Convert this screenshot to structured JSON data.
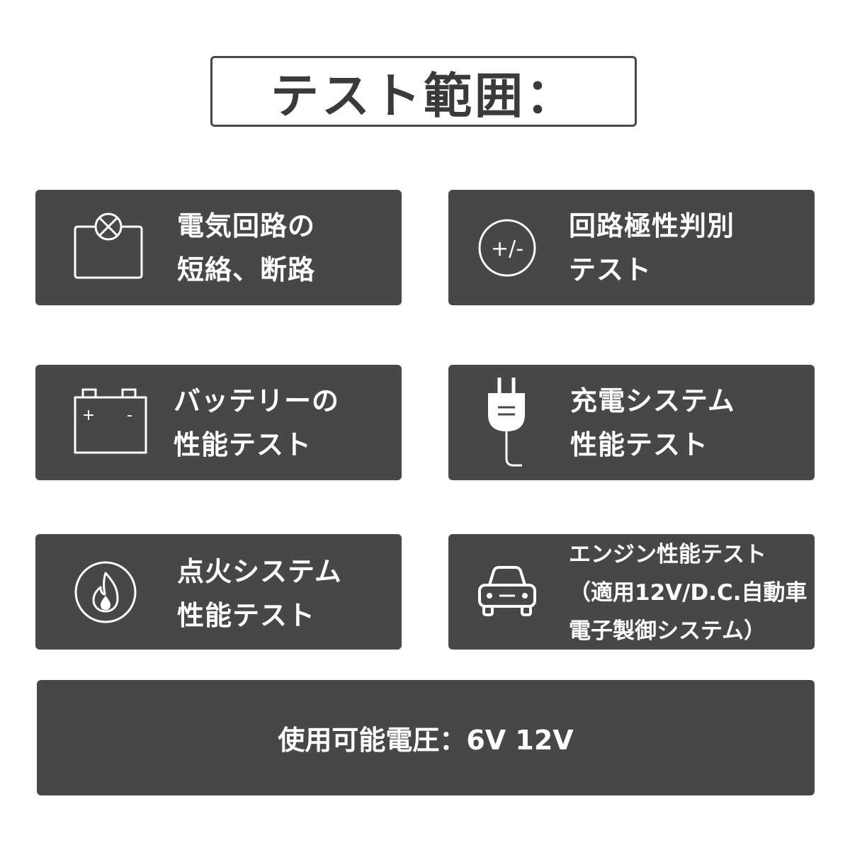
{
  "title": "テスト範囲：",
  "cards": [
    {
      "icon": "bulb-circuit-icon",
      "lines": [
        "電気回路の",
        "短絡、断路"
      ]
    },
    {
      "icon": "plus-minus-icon",
      "lines": [
        "回路極性判別",
        "テスト"
      ]
    },
    {
      "icon": "battery-icon",
      "lines": [
        "バッテリーの",
        "性能テスト"
      ]
    },
    {
      "icon": "plug-icon",
      "lines": [
        "充電システム",
        "性能テスト"
      ]
    },
    {
      "icon": "flame-icon",
      "lines": [
        "点火システム",
        "性能テスト"
      ]
    },
    {
      "icon": "car-icon",
      "lines": [
        "エンジン性能テスト",
        "（適用12V/D.C.自動車",
        "電子製御システム）"
      ]
    }
  ],
  "icon_labels": {
    "plus_minus": "+/-",
    "battery_plus": "+",
    "battery_minus": "-"
  },
  "voltage": "使用可能電圧：6V 12V",
  "colors": {
    "card": "#474747",
    "title_border": "#484848",
    "text": "#ffffff"
  }
}
